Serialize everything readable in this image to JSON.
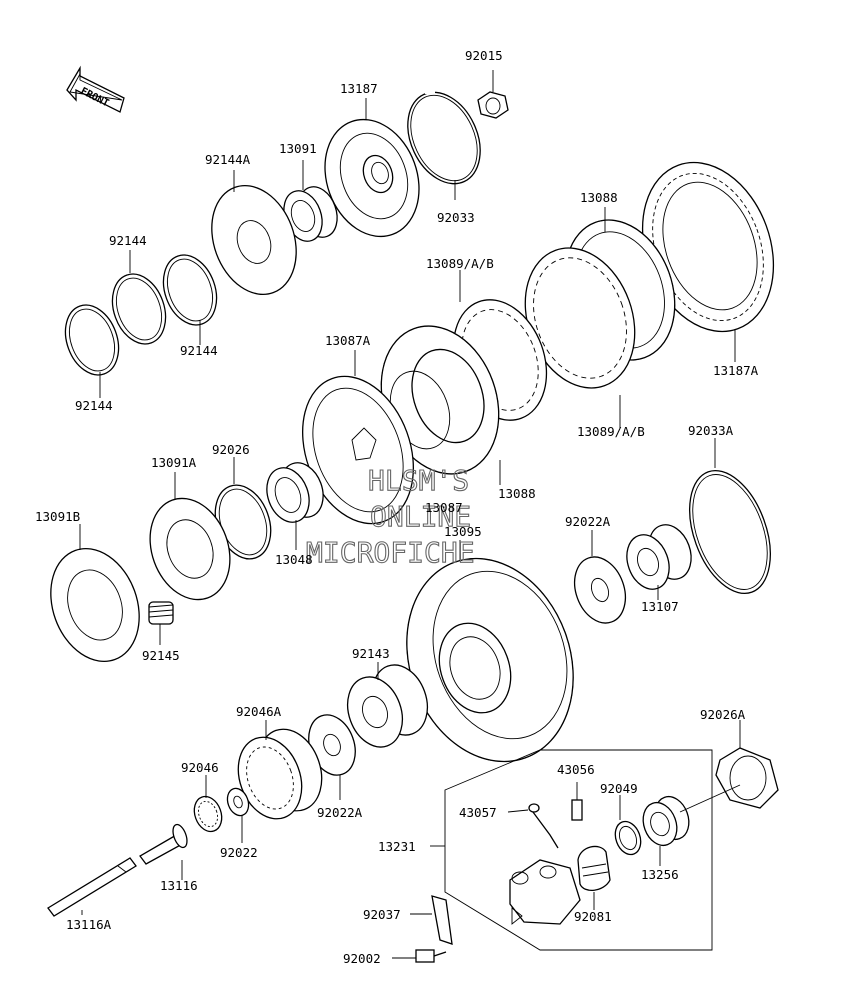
{
  "front_label": "FRONT",
  "watermark": [
    "HLSM'S",
    "ONLINE",
    "MICROFICHE"
  ],
  "labels": {
    "p92015": "92015",
    "p13187": "13187",
    "p13091": "13091",
    "p92144A": "92144A",
    "p92033": "92033",
    "p13088_top": "13088",
    "p92144_upper": "92144",
    "p13089_top": "13089/A/B",
    "p92144_mid": "92144",
    "p13087A": "13087A",
    "p92144_low": "92144",
    "p13187A": "13187A",
    "p13089_low": "13089/A/B",
    "p92033A": "92033A",
    "p92026": "92026",
    "p13091A": "13091A",
    "p13087": "13087",
    "p13088_low": "13088",
    "p13095": "13095",
    "p13091B": "13091B",
    "p13048": "13048",
    "p92022A_top": "92022A",
    "p13107": "13107",
    "p92145": "92145",
    "p92143": "92143",
    "p92046A": "92046A",
    "p92026A": "92026A",
    "p43056": "43056",
    "p92049": "92049",
    "p92046": "92046",
    "p43057": "43057",
    "p92022A_low": "92022A",
    "p92022": "92022",
    "p13231": "13231",
    "p13256": "13256",
    "p13116": "13116",
    "p92081": "92081",
    "p92037": "92037",
    "p13116A": "13116A",
    "p92002": "92002"
  }
}
